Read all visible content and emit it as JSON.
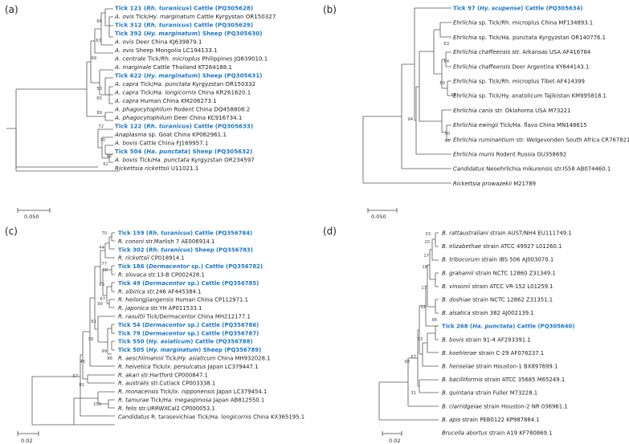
{
  "accent_color": "#1F77C8",
  "panels": [
    {
      "id": "a",
      "label": "(a)",
      "scale": "0.050",
      "leaves": [
        {
          "pre": "Tick 121 (",
          "it": "Rh. turanicus",
          "post": ") Cattle (PQ305628)",
          "hl": true
        },
        {
          "pre": "",
          "it": "A. ovis",
          "post": " Tick/",
          "it2": "Hy. marginatum",
          "post2": " Cattle Kyrgystan OR150327",
          "hl": false
        },
        {
          "pre": "Tick 312 (",
          "it": "Rh. turanicus",
          "post": ") Cattle (PQ305629)",
          "hl": true
        },
        {
          "pre": "Tick 392 (",
          "it": "Hy. marginatum",
          "post": ") Sheep (PQ305630)",
          "hl": true
        },
        {
          "pre": "",
          "it": "A. ovis",
          "post": " Deer China KJ639879.1",
          "hl": false
        },
        {
          "pre": "",
          "it": "A. ovis",
          "post": " Sheep Mongolia LC194133.1",
          "hl": false
        },
        {
          "pre": "",
          "it": "A. centrale",
          "post": " Tick/",
          "it2": "Rh. microplus",
          "post2": " Philippines JQ839010.1",
          "hl": false
        },
        {
          "pre": "",
          "it": "A. marginale",
          "post": " Cattle Thailand KT264188.1",
          "hl": false
        },
        {
          "pre": "Tick 622 (",
          "it": "Hy. marginatum",
          "post": ") Sheep (PQ305631)",
          "hl": true
        },
        {
          "pre": "",
          "it": "A. capra",
          "post": " Tick/",
          "it2": "Ha. punctata",
          "post2": " Kyrgyzstan OR150332",
          "hl": false
        },
        {
          "pre": "",
          "it": "A. capra",
          "post": " Tick/",
          "it2": "Ha. longicornis",
          "post2": " China KR261620.1",
          "hl": false
        },
        {
          "pre": "",
          "it": "A. capra",
          "post": " Human China KM206273.1",
          "hl": false
        },
        {
          "pre": "",
          "it": "A. phagocytophilum",
          "post": " Rodent China DQ458808.2",
          "hl": false
        },
        {
          "pre": "",
          "it": "A. phagocytophilum",
          "post": " Deer China KC916734.1",
          "hl": false
        },
        {
          "pre": "Tick 122 (",
          "it": "Rh. turanicus",
          "post": ") Cattle (PQ305633)",
          "hl": true
        },
        {
          "pre": "",
          "it": "Anaplasma",
          "post": " sp. Goat China KP062961.1",
          "hl": false
        },
        {
          "pre": "",
          "it": "A. bovis",
          "post": " Cattle China FJ169957.1",
          "hl": false
        },
        {
          "pre": "Tick 504 (",
          "it": "Ha. punctata",
          "post": ") Sheep (PQ305632)",
          "hl": true
        },
        {
          "pre": "",
          "it": "A. bovis",
          "post": " Tick/",
          "it2": "Ha. punctata",
          "post2": " Kyrgyzstan OR234597",
          "hl": false
        },
        {
          "pre": "",
          "it": "Rickettsia rickettsii",
          "post": " U11021.1",
          "hl": false
        }
      ],
      "bootstraps": [
        "66",
        "63",
        "99",
        "53",
        "65",
        "89",
        "72",
        "70",
        "92",
        "62"
      ]
    },
    {
      "id": "b",
      "label": "(b)",
      "scale": "0.050",
      "leaves": [
        {
          "pre": "Tick 97 (",
          "it": "Hy. scupense",
          "post": ") Cattle (PQ305634)",
          "hl": true
        },
        {
          "pre": "",
          "it": "Ehrlichia",
          "post": " sp. Tick/Rh. microplus China MF134893.1",
          "hl": false
        },
        {
          "pre": "",
          "it": "Ehrlichia",
          "post": " sp. Tick/Ha. punctata Kyrgyzstan OR140776.1",
          "hl": false
        },
        {
          "pre": "",
          "it": "Ehrlichia chaffeensis",
          "post": " str. Arkansas USA AF416764",
          "hl": false
        },
        {
          "pre": "",
          "it": "Ehrlichia chaffeensis",
          "post": " Deer Argentina KY644143.1",
          "hl": false
        },
        {
          "pre": "",
          "it": "Ehrlichia",
          "post": " sp. Tick/Rh. microplus Tibet AF414399",
          "hl": false
        },
        {
          "pre": "",
          "it": "Ehrlichia",
          "post": " sp. Tick/Hy. anatolicum Tajikistan KM995818.1",
          "hl": false
        },
        {
          "pre": "",
          "it": "Ehrlichia canis",
          "post": " str. Oklahoma USA M73221",
          "hl": false
        },
        {
          "pre": "",
          "it": "Ehrlichia ewingii",
          "post": " Tick/Ha. flava China MN148615",
          "hl": false
        },
        {
          "pre": "",
          "it": "Ehrlichia ruminantium",
          "post": " str. Welgevonden South Africa CR767821",
          "hl": false
        },
        {
          "pre": "",
          "it": "Ehrlichia muris",
          "post": " Rodent Russia GU358692",
          "hl": false
        },
        {
          "pre": "",
          "it": "Candidatus",
          "post": " Neoehrlichia mikurensis str.IS58 AB074460.1",
          "hl": false
        },
        {
          "pre": "",
          "it": "Rickettsia prowazekii",
          "post": " M21789",
          "hl": false
        }
      ],
      "bootstraps": [
        "63",
        "64",
        "60",
        "95",
        "94",
        "30",
        "48"
      ]
    },
    {
      "id": "c",
      "label": "(c)",
      "scale": "0.02",
      "leaves": [
        {
          "pre": "Tick 159 (",
          "it": "Rh. turanicus",
          "post": ") Cattle (PQ356784)",
          "hl": true
        },
        {
          "pre": "",
          "it": "R. cononi",
          "post": " str.Marlish 7 AE006914.1",
          "hl": false
        },
        {
          "pre": "Tick 302 (",
          "it": "Rh. turanicus",
          "post": ") Sheep (PQ356783)",
          "hl": true
        },
        {
          "pre": "",
          "it": "R. rickettsii",
          "post": " CP018914.1",
          "hl": false
        },
        {
          "pre": "Tick 186 (",
          "it": "Dermacentor",
          "post": " sp.) Cattle (PQ356782)",
          "hl": true
        },
        {
          "pre": "",
          "it": "R. slovaca",
          "post": " str.13-B CP002428.1",
          "hl": false
        },
        {
          "pre": "Tick 49 (",
          "it": "Dermacentor",
          "post": " sp.) Cattle (PQ356785)",
          "hl": true
        },
        {
          "pre": "",
          "it": "R. sibirica",
          "post": " str.246 AF445384.1",
          "hl": false
        },
        {
          "pre": "",
          "it": "R. heilongjiangensis",
          "post": " Human China CP112971.1",
          "hl": false
        },
        {
          "pre": "",
          "it": "R. japonica",
          "post": " str.YH AP011533.1",
          "hl": false
        },
        {
          "pre": "",
          "it": "R. raoultii",
          "post": " Tick/Dermacentor China MH212177.1",
          "hl": false
        },
        {
          "pre": "Tick 54 (",
          "it": "Dermacentor",
          "post": " sp.) Cattle (PQ356786)",
          "hl": true
        },
        {
          "pre": "Tick 79 (",
          "it": "Dermacentor",
          "post": " sp.) Cattle (PQ356787)",
          "hl": true
        },
        {
          "pre": "Tick 550 (",
          "it": "Hy. asiaticum",
          "post": ") Cattle (PQ356788)",
          "hl": true
        },
        {
          "pre": "Tick 505 (",
          "it": "Hy. marginatum",
          "post": ") Sheep (PQ356789)",
          "hl": true
        },
        {
          "pre": "",
          "it": "R. aeschlimannii",
          "post": " Tick/",
          "it2": "Hy. asiaticum",
          "post2": " China MH932028.1",
          "hl": false
        },
        {
          "pre": "",
          "it": "R. helvetica",
          "post": " Tick/",
          "it2": "Ix. persulcatus",
          "post2": " Japan LC379447.1",
          "hl": false
        },
        {
          "pre": "",
          "it": "R. akari",
          "post": " str.Hartford CP000847.1",
          "hl": false
        },
        {
          "pre": "",
          "it": "R. australis",
          "post": " str.Cutlack CP003338.1",
          "hl": false
        },
        {
          "pre": "",
          "it": "R. monacensis",
          "post": " Tick/",
          "it2": "Ix. nipponensis",
          "post2": " Japan LC379454.1",
          "hl": false
        },
        {
          "pre": "",
          "it": "R. tamurae",
          "post": " Tick/",
          "it2": "Ha. megaspinosa",
          "post2": " Japan AB812550.1",
          "hl": false
        },
        {
          "pre": "",
          "it": "R. felis",
          "post": " str.URRWXCal2 CP000053.1",
          "hl": false
        },
        {
          "pre": "",
          "it": "Candidatus",
          "post": " R. tarasevichiae Tick/",
          "it2": "Ha. longicornis",
          "post2": " China KX365195.1",
          "hl": false
        }
      ],
      "bootstraps": [
        "70",
        "44",
        "77",
        "60",
        "63",
        "67",
        "90",
        "61",
        "39",
        "99",
        "86",
        "45",
        "57",
        "81",
        "100"
      ]
    },
    {
      "id": "d",
      "label": "(d)",
      "scale": "0.02",
      "leaves": [
        {
          "pre": "",
          "it": "B. rattaustraliani",
          "post": " strain AUST/NH4 EU111749.1",
          "hl": false
        },
        {
          "pre": "",
          "it": "B. elizabethae",
          "post": " strain ATCC 49927 L01260.1",
          "hl": false
        },
        {
          "pre": "",
          "it": "B. tribocorum",
          "post": " strain IBS 506 AJ003070.1",
          "hl": false
        },
        {
          "pre": "",
          "it": "B. grahamii",
          "post": " strain NCTC 12860 Z31349.1",
          "hl": false
        },
        {
          "pre": "",
          "it": "B. vinsonii",
          "post": " strain ATCC VR-152 L01259.1",
          "hl": false
        },
        {
          "pre": "",
          "it": "B. doshiae",
          "post": " strain NCTC 12862 Z31351.1",
          "hl": false
        },
        {
          "pre": "",
          "it": "B. alsatica",
          "post": " strain 382 AJ002139.1",
          "hl": false
        },
        {
          "pre": "Tick 268 (",
          "it": "Ha. punctata",
          "post": ") Cattle (PQ305640)",
          "hl": true
        },
        {
          "pre": "",
          "it": "B. bovis",
          "post": " strain 91-4 AF293391.1",
          "hl": false
        },
        {
          "pre": "",
          "it": "B. koehlerae",
          "post": " strain C-29 AF076237.1",
          "hl": false
        },
        {
          "pre": "",
          "it": "B. henselae",
          "post": " strain Houston-1 BX897699.1",
          "hl": false
        },
        {
          "pre": "",
          "it": "B. bacilliformis",
          "post": " strain ATCC 35685 M65249.1",
          "hl": false
        },
        {
          "pre": "",
          "it": "B. quintana",
          "post": " strain Fuller M73228.1",
          "hl": false
        },
        {
          "pre": "",
          "it": "B. clarridgeiae",
          "post": " strain Houston-2 NR 036961.1",
          "hl": false
        },
        {
          "pre": "",
          "it": "B. apis",
          "post": " strain PEB0122 KP987884.1",
          "hl": false
        },
        {
          "pre": "",
          "it": "Brucella abortus",
          "post": " strain A19 KF780869.1",
          "hl": false
        }
      ],
      "bootstraps": [
        "33",
        "20",
        "17",
        "18",
        "17",
        "12",
        "96",
        "33",
        "67",
        "98",
        "31"
      ]
    }
  ]
}
